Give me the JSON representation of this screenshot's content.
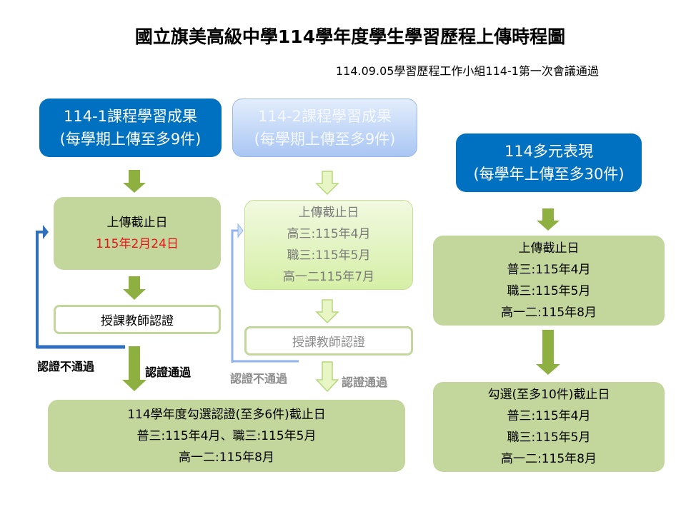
{
  "title": "國立旗美高級中學114學年度學生學習歷程上傳時程圖",
  "subtitle": "114.09.05學習歷程工作小組114-1第一次會議通過",
  "col1": {
    "header_line1": "114-1課程學習成果",
    "header_line2": "(每學期上傳至多9件)",
    "deadline_label": "上傳截止日",
    "deadline_date": "115年2月24日",
    "teacher_cert": "授課教師認證",
    "fail_label": "認證不通過",
    "pass_label": "認證通過"
  },
  "col2": {
    "header_line1": "114-2課程學習成果",
    "header_line2": "(每學期上傳至多9件)",
    "deadline_label": "上傳截止日",
    "lines": [
      "高三:115年4月",
      "職三:115年5月",
      "高一二115年7月"
    ],
    "teacher_cert": "授課教師認證",
    "fail_label": "認證不通過",
    "pass_label": "認證通過"
  },
  "bottom": {
    "line1": "114學年度勾選認證(至多6件)截止日",
    "line2": "普三:115年4月、職三:115年5月",
    "line3": "高一二:115年8月"
  },
  "col3": {
    "header_line1": "114多元表現",
    "header_line2": "(每學年上傳至多30件)",
    "deadline_label": "上傳截止日",
    "lines": [
      "普三:115年4月",
      "職三:115年5月",
      "高一二:115年8月"
    ],
    "select_label": "勾選(至多10件)截止日",
    "select_lines": [
      "普三:115年4月",
      "職三:115年5月",
      "高一二:115年8月"
    ]
  },
  "colors": {
    "blue": "#0070c0",
    "green": "#c3d69b",
    "arrow_green": "#8db040",
    "red": "#e8141a"
  }
}
